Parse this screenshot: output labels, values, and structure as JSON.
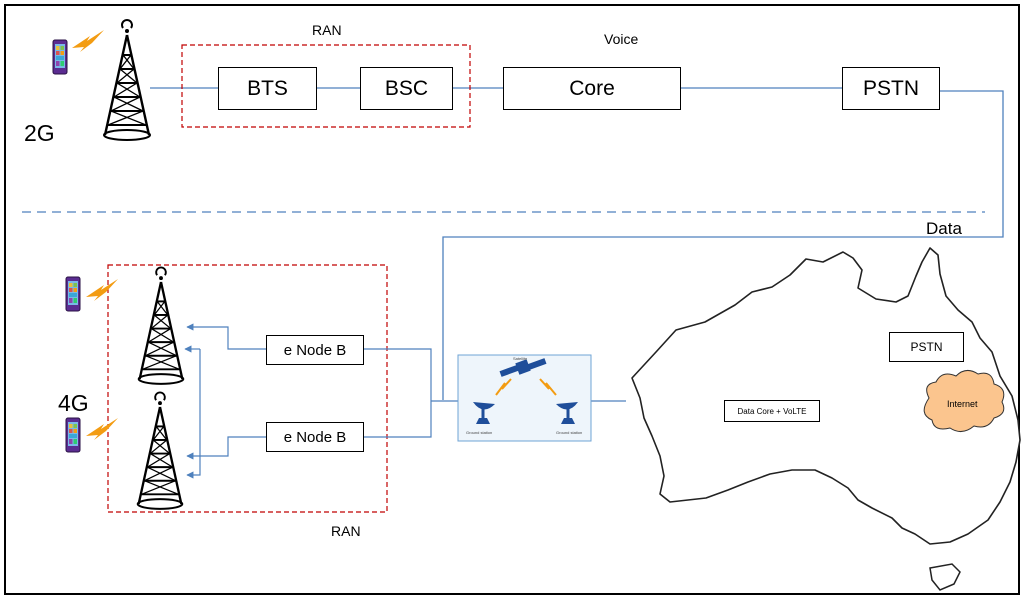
{
  "top": {
    "generation_label": "2G",
    "ran_label": "RAN",
    "voice_label": "Voice",
    "nodes": {
      "bts": "BTS",
      "bsc": "BSC",
      "core": "Core",
      "pstn": "PSTN"
    }
  },
  "bottom": {
    "generation_label": "4G",
    "data_label": "Data",
    "ran_label": "RAN",
    "enodeb_1": "e Node B",
    "enodeb_2": "e Node B",
    "satellite_caption": "Satellite",
    "ground_station_left": "Ground station",
    "ground_station_right": "Ground station",
    "map": {
      "pstn": "PSTN",
      "data_core": "Data Core + VoLTE",
      "internet": "Internet"
    }
  },
  "colors": {
    "link_line": "#4f81bd",
    "ran_boundary": "#c00000",
    "divider": "#4f81bd",
    "phone_body": "#5b2c91",
    "signal": "#f39c12",
    "cloud_fill": "#fbc58e",
    "satellite": "#1f4e9a"
  }
}
